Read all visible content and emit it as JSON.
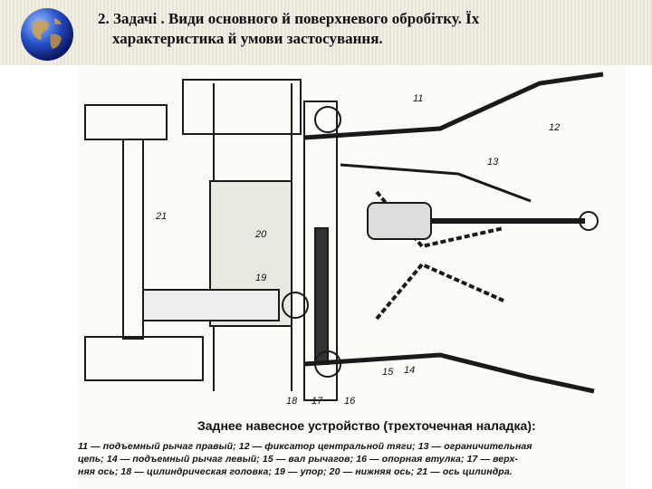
{
  "slide": {
    "title_line1": "2. Задачі . Види основного й поверхневого обробітку. Їх",
    "title_line2": "характеристика й умови застосування.",
    "globe_icon": "globe-icon"
  },
  "figure": {
    "callouts": [
      "11",
      "12",
      "13",
      "21",
      "20",
      "19",
      "14",
      "15",
      "16",
      "17",
      "18"
    ],
    "caption": "Заднее навесное устройство (трехточечная наладка):",
    "legend_lines": [
      "11 — подъемный рычаг правый; 12 — фиксатор центральной тяги; 13 — ограничительная",
      "цепь; 14 — подъемный рычаг левый; 15 — вал рычагов; 16 — опорная втулка; 17 — верх-",
      "няя ось; 18 — цилиндрическая головка; 19 — упор; 20 — нижняя ось; 21 — ось цилиндра."
    ]
  },
  "colors": {
    "ink": "#1a1a1a",
    "paper": "#fbfbf8",
    "header_bg": "#ece8dc"
  }
}
